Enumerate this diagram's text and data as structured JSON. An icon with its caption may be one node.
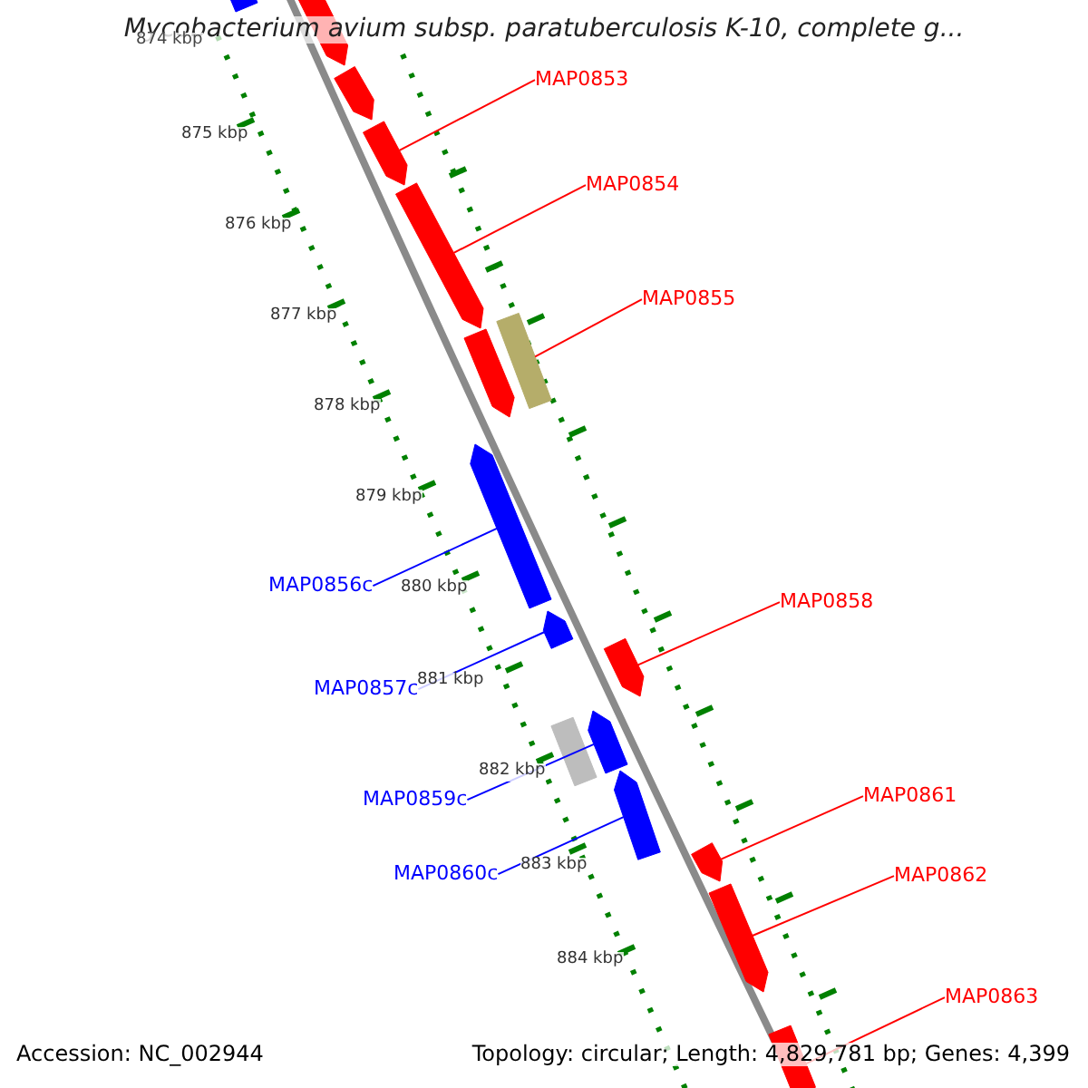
{
  "diagram": {
    "title": "Mycobacterium avium subsp. paratuberculosis K-10, complete g...",
    "nodes": [
      {
        "text": [
          "MAP0853"
        ]
      },
      {
        "text": [
          "MAP0854"
        ]
      },
      {
        "text": [
          "MAP0855"
        ]
      },
      {
        "text": [
          "MAP0856c"
        ]
      },
      {
        "text": [
          "MAP0857c"
        ]
      },
      {
        "text": [
          "MAP0858"
        ]
      },
      {
        "text": [
          "MAP0859c"
        ]
      },
      {
        "text": [
          "MAP0860c"
        ]
      },
      {
        "text": [
          "MAP0861"
        ]
      },
      {
        "text": [
          "MAP0862"
        ]
      },
      {
        "text": [
          "MAP0863"
        ]
      },
      {
        "text": [],
        "shape": "arrow"
      },
      {
        "text": [],
        "shape": "arrow"
      },
      {
        "text": [],
        "shape": "arrow"
      },
      {
        "text": [],
        "shape": "arrow"
      },
      {
        "text": [],
        "shape": "arrow"
      },
      {
        "text": [],
        "shape": "arrow"
      },
      {
        "text": [],
        "shape": "bar"
      },
      {
        "text": [],
        "shape": "arrow"
      },
      {
        "text": [],
        "shape": "arrow"
      },
      {
        "text": [],
        "shape": "bar"
      },
      {
        "text": [],
        "shape": "arrow"
      },
      {
        "text": [],
        "shape": "arrow"
      },
      {
        "text": [],
        "shape": "arrow"
      },
      {
        "text": [],
        "shape": "arrow"
      },
      {
        "text": [],
        "shape": "arrow"
      },
      {
        "text": [],
        "shape": "arrow"
      }
    ],
    "edges": [
      {
        "from": 0,
        "to": 14,
        "arrow": "none"
      },
      {
        "from": 1,
        "to": 15,
        "arrow": "none"
      },
      {
        "from": 2,
        "to": 17,
        "arrow": "none"
      },
      {
        "from": 3,
        "to": 18,
        "arrow": "none",
        "color": "#0000ff"
      },
      {
        "from": 4,
        "to": 19,
        "arrow": "none",
        "color": "#0000ff"
      },
      {
        "from": 5,
        "to": 23,
        "arrow": "none"
      },
      {
        "from": 6,
        "to": 21,
        "arrow": "none",
        "color": "#0000ff"
      },
      {
        "from": 7,
        "to": 22,
        "arrow": "none",
        "color": "#0000ff"
      },
      {
        "from": 8,
        "to": 24,
        "arrow": "none"
      },
      {
        "from": 9,
        "to": 25,
        "arrow": "none"
      },
      {
        "from": 10,
        "to": 26,
        "arrow": "none"
      }
    ],
    "labels": [
      "874 kbp",
      "875 kbp",
      "876 kbp",
      "877 kbp",
      "878 kbp",
      "879 kbp",
      "880 kbp",
      "881 kbp",
      "882 kbp",
      "883 kbp",
      "884 kbp",
      "Accession: NC_002944",
      "Topology: circular; Length: 4,829,781 bp; Genes: 4,399"
    ]
  }
}
